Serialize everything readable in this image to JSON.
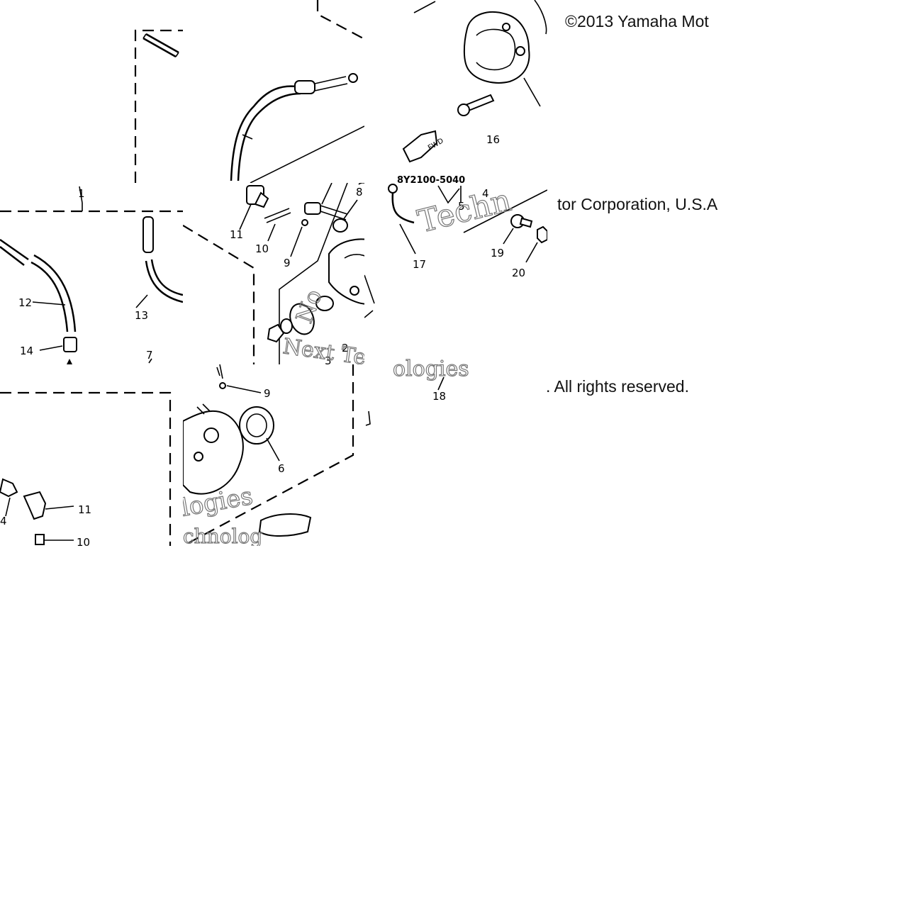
{
  "copyright": {
    "line1": "©2013 Yamaha Mot",
    "line2": "tor Corporation, U.S.A",
    "line3": ". All rights reserved."
  },
  "diagram": {
    "part_number": "8Y2100-5040",
    "fwd_label": "FWD",
    "watermark_1": "Techn",
    "watermark_2": "Next Tec",
    "watermark_3": "ologies",
    "watermark_4": "chnolog",
    "watermark_5": "logies",
    "callouts": [
      "1",
      "2",
      "3",
      "4",
      "5",
      "6",
      "7",
      "8",
      "9",
      "10",
      "11",
      "12",
      "13",
      "14",
      "16",
      "17",
      "18",
      "19",
      "20"
    ]
  }
}
